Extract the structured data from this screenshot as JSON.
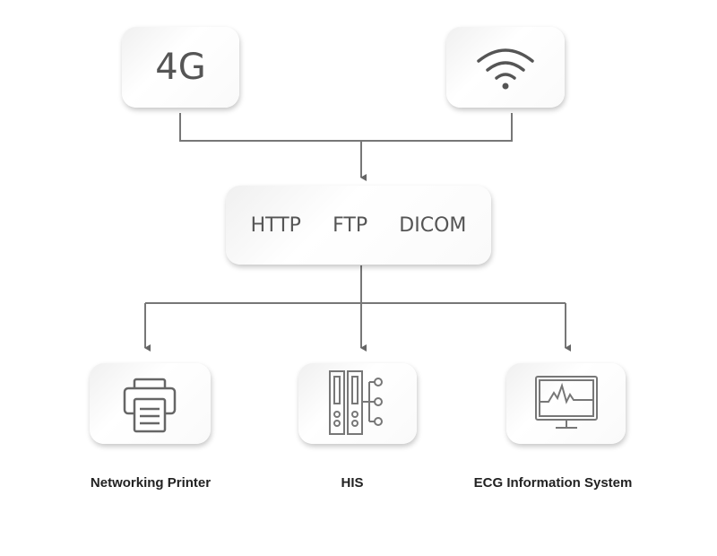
{
  "top": {
    "cellular_label": "4G",
    "wifi_icon": "wifi-icon"
  },
  "protocols": [
    "HTTP",
    "FTP",
    "DICOM"
  ],
  "destinations": [
    {
      "label": "Networking Printer",
      "icon": "printer-icon"
    },
    {
      "label": "HIS",
      "icon": "server-icon"
    },
    {
      "label": "ECG Information System",
      "icon": "ecg-monitor-icon"
    }
  ]
}
